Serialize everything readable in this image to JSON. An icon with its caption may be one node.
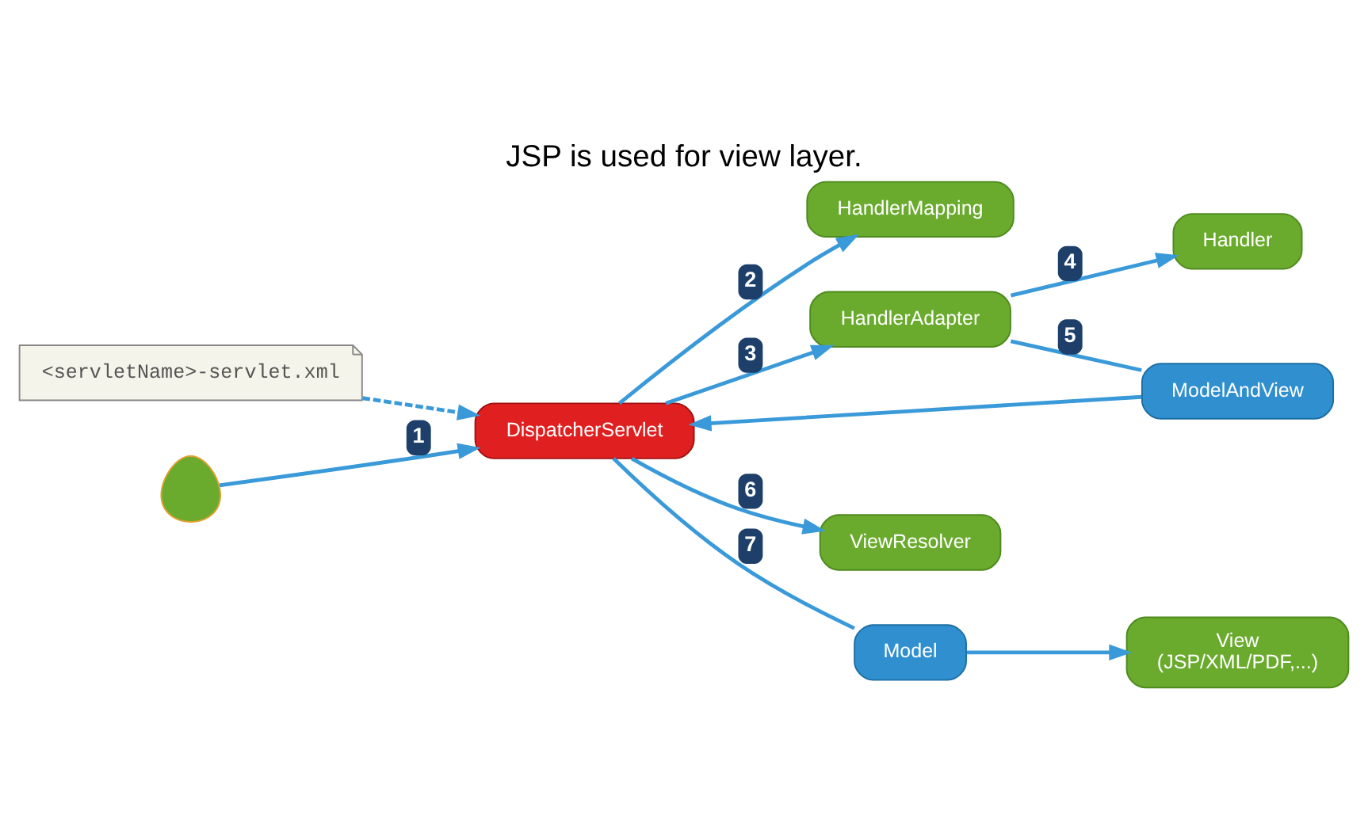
{
  "diagram": {
    "title": "JSP is used for view layer.",
    "nodes": [
      {
        "text": [
          "<servletName>-servlet.xml"
        ]
      },
      {
        "text": [
          "HandlerMapping"
        ]
      },
      {
        "text": [
          "DispatcherServlet"
        ]
      },
      {
        "text": [
          "HandlerAdapter"
        ]
      },
      {
        "text": [],
        "shape": "person"
      },
      {
        "text": [
          "ModelAndView"
        ]
      },
      {
        "text": [
          "Model"
        ]
      },
      {
        "text": [
          "ViewResolver"
        ]
      },
      {
        "text": [
          "Handler"
        ]
      },
      {
        "text": [
          "View",
          "(JSP/XML/PDF,...)"
        ]
      }
    ],
    "edges": [
      {
        "from": 0,
        "to": 2,
        "arrow": "to",
        "style": "dashed"
      },
      {
        "from": 4,
        "to": 2,
        "arrow": "to",
        "label": "1"
      },
      {
        "from": 2,
        "to": 1,
        "arrow": "to",
        "label": "2"
      },
      {
        "from": 2,
        "to": 3,
        "arrow": "to",
        "label": "3"
      },
      {
        "from": 3,
        "to": 8,
        "arrow": "to",
        "label": "4"
      },
      {
        "from": 3,
        "to": 5,
        "arrow": "none",
        "label": "5"
      },
      {
        "from": 5,
        "to": 2,
        "arrow": "to"
      },
      {
        "from": 2,
        "to": 7,
        "arrow": "to",
        "label": "6"
      },
      {
        "from": 2,
        "to": 6,
        "arrow": "none",
        "label": "7"
      },
      {
        "from": 6,
        "to": 9,
        "arrow": "to"
      }
    ]
  }
}
